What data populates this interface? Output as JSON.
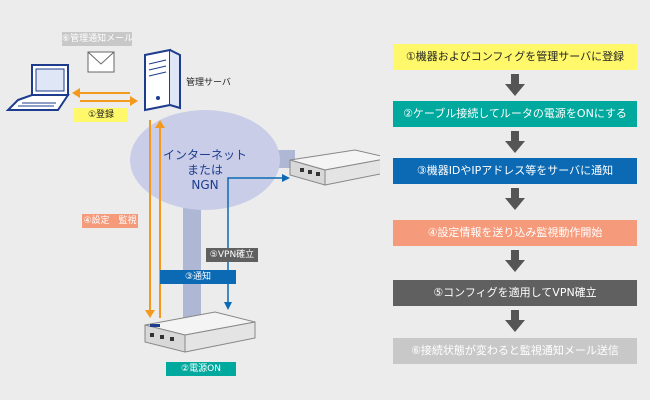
{
  "left_diagram": {
    "mail_label": "⑥管理通知メール",
    "server_label": "管理サーバ",
    "register_label": "①登録",
    "cloud_label_line1": "インターネット",
    "cloud_label_line2": "または",
    "cloud_label_line3": "NGN",
    "config_monitor_label": "④設定　監視",
    "vpn_label": "⑤VPN確立",
    "notify_label": "③通知",
    "power_label": "②電源ON"
  },
  "steps": [
    {
      "text": "①機器およびコンフィグを管理サーバに登録",
      "bg": "#fff86a",
      "fg": "#222222"
    },
    {
      "text": "②ケーブル接続してルータの電源をONにする",
      "bg": "#00a99d",
      "fg": "#ffffff"
    },
    {
      "text": "③機器IDやIPアドレス等をサーバに通知",
      "bg": "#0b6ab3",
      "fg": "#ffffff"
    },
    {
      "text": "④設定情報を送り込み監視動作開始",
      "bg": "#f59a7a",
      "fg": "#ffffff"
    },
    {
      "text": "⑤コンフィグを適用してVPN確立",
      "bg": "#606060",
      "fg": "#ffffff"
    },
    {
      "text": "⑥接続状態が変わると監視通知メール送信",
      "bg": "#c8c8c8",
      "fg": "#ffffff"
    }
  ],
  "colors": {
    "orange": "#f39a1e",
    "blue": "#0b6ab3",
    "cloud": "#c9cde8",
    "pipe": "#aeb7d3"
  }
}
